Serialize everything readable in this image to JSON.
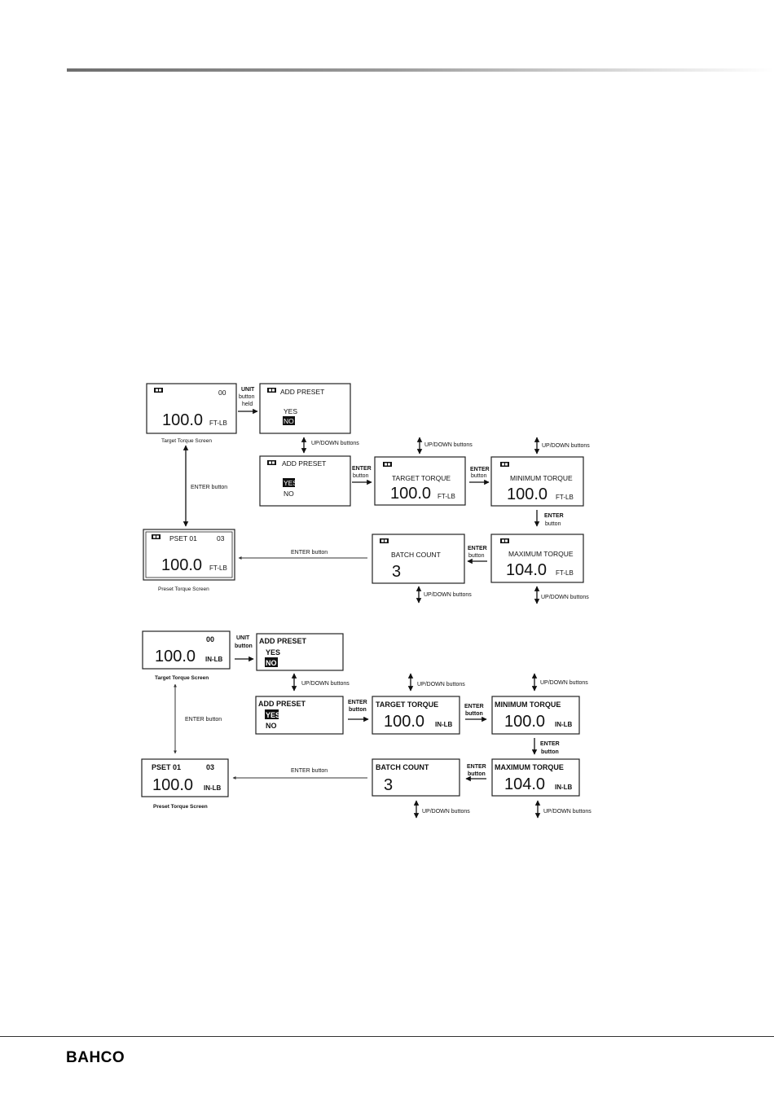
{
  "page": {
    "brand": "BAHCO"
  },
  "flow_ftlb": {
    "target_screen": {
      "code": "00",
      "value": "100.0",
      "unit": "FT-LB",
      "caption": "Target Torque Screen"
    },
    "unit_label": "UNIT\nbutton\nheld",
    "add_preset_no": {
      "title": "ADD PRESET",
      "yes": "YES",
      "no": "NO"
    },
    "add_preset_yes": {
      "title": "ADD PRESET",
      "yes": "YES",
      "no": "NO"
    },
    "updown_label": "UP/DOWN buttons",
    "enter_label_vertical": "ENTER button",
    "enter_label_2line": "ENTER\nbutton",
    "target_torque": {
      "title": "TARGET TORQUE",
      "value": "100.0",
      "unit": "FT-LB"
    },
    "minimum_torque": {
      "title": "MINIMUM TORQUE",
      "value": "100.0",
      "unit": "FT-LB"
    },
    "maximum_torque": {
      "title": "MAXIMUM TORQUE",
      "value": "104.0",
      "unit": "FT-LB"
    },
    "batch_count": {
      "title": "BATCH COUNT",
      "value": "3"
    },
    "preset_screen": {
      "title": "PSET 01",
      "code": "03",
      "value": "100.0",
      "unit": "FT-LB",
      "caption": "Preset Torque Screen"
    }
  },
  "flow_inlb": {
    "target_screen": {
      "code": "00",
      "value": "100.0",
      "unit": "IN-LB",
      "caption": "Target Torque Screen"
    },
    "unit_label": "UNIT\nbutton",
    "add_preset_no": {
      "title": "ADD PRESET",
      "yes": "YES",
      "no": "NO"
    },
    "add_preset_yes": {
      "title": "ADD PRESET",
      "yes": "YES",
      "no": "NO"
    },
    "updown_label": "UP/DOWN buttons",
    "enter_label_vertical": "ENTER button",
    "enter_label_2line": "ENTER\nbutton",
    "target_torque": {
      "title": "TARGET TORQUE",
      "value": "100.0",
      "unit": "IN-LB"
    },
    "minimum_torque": {
      "title": "MINIMUM TORQUE",
      "value": "100.0",
      "unit": "IN-LB"
    },
    "maximum_torque": {
      "title": "MAXIMUM TORQUE",
      "value": "104.0",
      "unit": "IN-LB"
    },
    "batch_count": {
      "title": "BATCH COUNT",
      "value": "3"
    },
    "preset_screen": {
      "title": "PSET 01",
      "code": "03",
      "value": "100.0",
      "unit": "IN-LB",
      "caption": "Preset Torque Screen"
    }
  },
  "colors": {
    "rule_dark": "#6e6e6e",
    "ink": "#111111",
    "background": "#ffffff"
  }
}
